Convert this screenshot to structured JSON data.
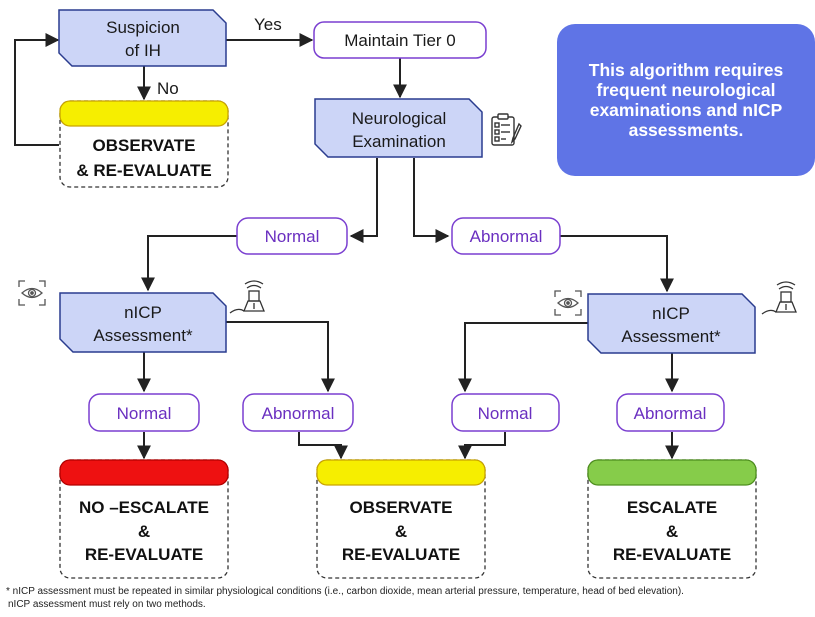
{
  "nodes": {
    "suspicion": [
      "Suspicion",
      "of IH"
    ],
    "maintain": "Maintain Tier 0",
    "neuro_exam": [
      "Neurological",
      "Examination"
    ],
    "nicp_left": [
      "nICP",
      "Assessment*"
    ],
    "nicp_right": [
      "nICP",
      "Assessment*"
    ]
  },
  "edges": {
    "yes": "Yes",
    "no": "No"
  },
  "pills": {
    "normal_top": "Normal",
    "abnormal_top": "Abnormal",
    "normal_left": "Normal",
    "abnormal_left": "Abnormal",
    "normal_right": "Normal",
    "abnormal_right": "Abnormal"
  },
  "outcomes": {
    "observe_top": {
      "lines": [
        "OBSERVATE",
        "& RE-EVALUATE"
      ],
      "color": "#f6ee00"
    },
    "no_escalate": {
      "lines": [
        "NO –ESCALATE",
        "&",
        "RE-EVALUATE"
      ],
      "color": "#ee1111"
    },
    "observe_mid": {
      "lines": [
        "OBSERVATE",
        "&",
        "RE-EVALUATE"
      ],
      "color": "#f6ee00"
    },
    "escalate": {
      "lines": [
        "ESCALATE",
        "&",
        "RE-EVALUATE"
      ],
      "color": "#86cc4a"
    }
  },
  "note": "This algorithm requires frequent neurological examinations and nICP assessments.",
  "footnote": [
    "* nICP assessment must be repeated in similar physiological conditions (i.e., carbon dioxide, mean arterial pressure, temperature, head of bed elevation).",
    "nICP assessment must rely on two methods."
  ],
  "icons": [
    "clipboard-icon",
    "eye-scan-icon",
    "ultrasound-probe-icon"
  ],
  "colors": {
    "process_fill": "#ccd5f7",
    "process_stroke": "#2a3c8f",
    "pill_stroke": "#7a3fd0",
    "note_fill": "#5f74e6"
  }
}
